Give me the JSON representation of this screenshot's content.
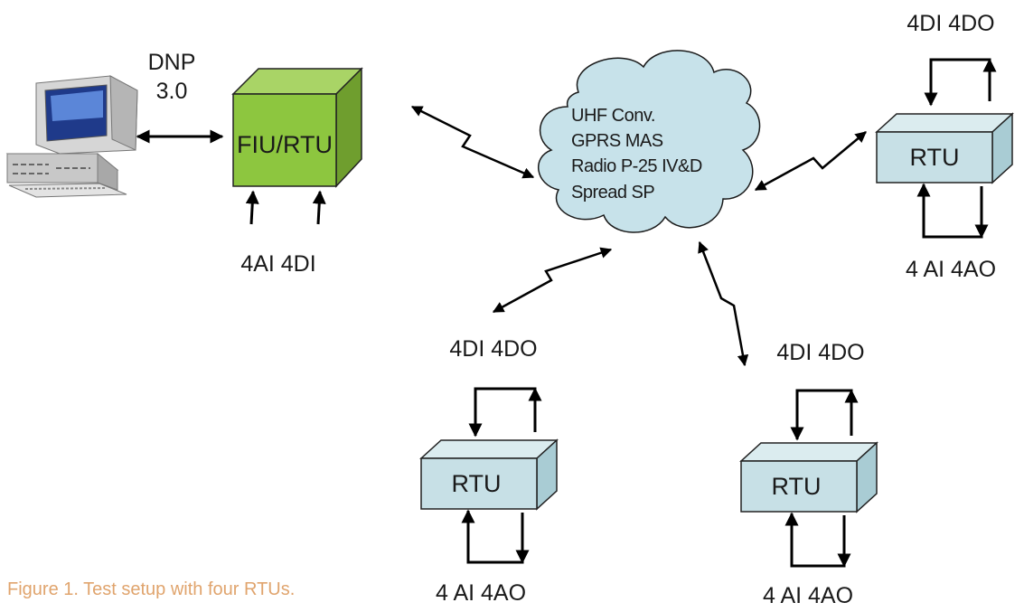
{
  "protocol": {
    "line1": "DNP",
    "line2": "3.0"
  },
  "fiu": {
    "label": "FIU/RTU",
    "inputs_label": "4AI 4DI"
  },
  "cloud": {
    "lines": [
      "UHF Conv.",
      "GPRS MAS",
      "Radio P-25 IV&D",
      "Spread SP"
    ]
  },
  "rtus": [
    {
      "label": "RTU",
      "top_label": "4DI 4DO",
      "bottom_label": "4 AI 4AO"
    },
    {
      "label": "RTU",
      "top_label": "4DI 4DO",
      "bottom_label": "4 AI 4AO"
    },
    {
      "label": "RTU",
      "top_label": "4DI 4DO",
      "bottom_label": "4 AI 4AO"
    }
  ],
  "caption": "Figure 1. Test setup with four RTUs.",
  "colors": {
    "fiu_front": "#8dc63f",
    "fiu_top": "#a9d466",
    "fiu_side": "#6f9e2e",
    "rtu_front": "#c7e0e6",
    "rtu_top": "#dbecef",
    "rtu_side": "#a9ccd4",
    "cloud_fill": "#c7e2ea",
    "caption": "#e0a46d"
  }
}
